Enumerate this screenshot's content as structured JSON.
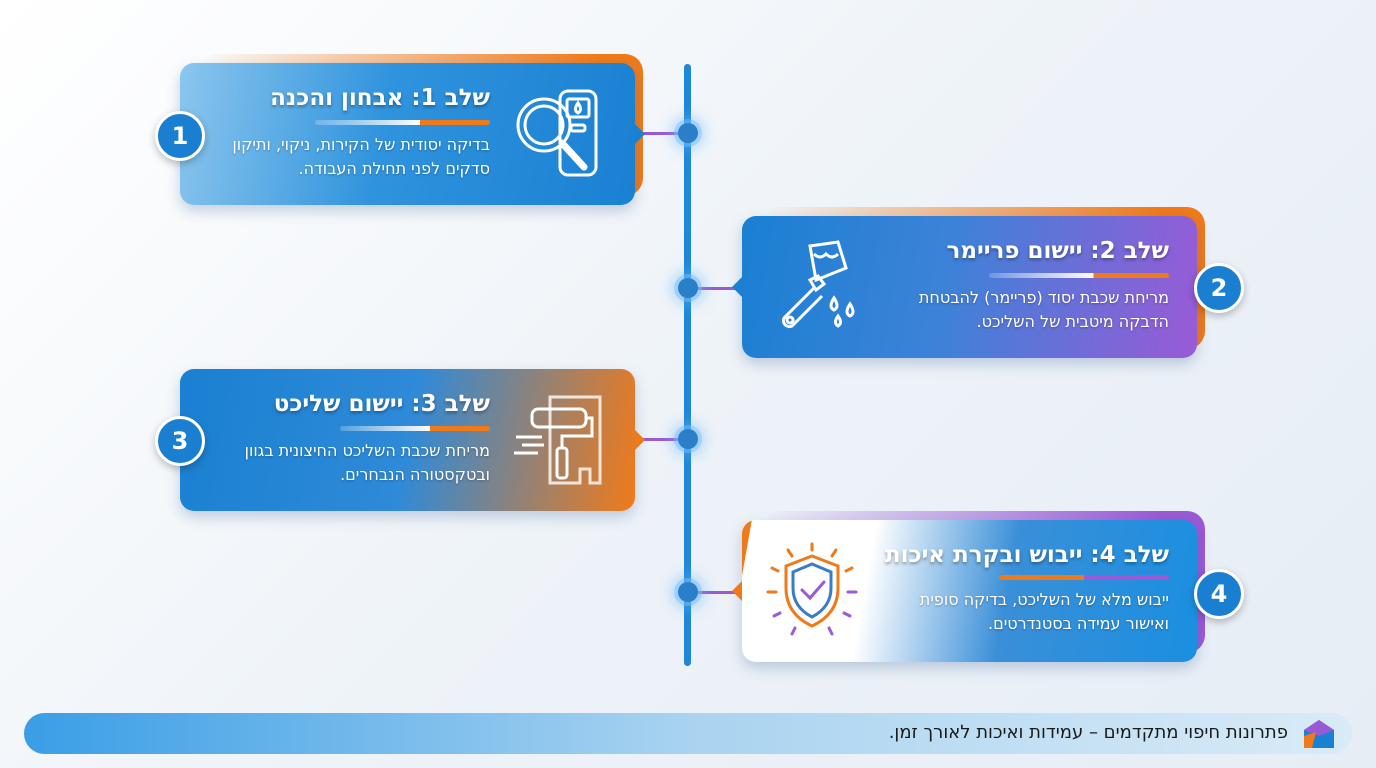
{
  "colors": {
    "blue": "#1e88d8",
    "orange": "#f07a1a",
    "purple": "#9a5ad6"
  },
  "steps": [
    {
      "number": "1",
      "title": "שלב 1: אבחון והכנה",
      "description": "בדיקה יסודית של הקירות, ניקוי, ותיקון סדקים לפני תחילת העבודה.",
      "icon": "magnifier-moisture-meter-icon"
    },
    {
      "number": "2",
      "title": "שלב 2: יישום פריימר",
      "description": "מריחת שכבת יסוד (פריימר) להבטחת הדבקה מיטבית של השליכט.",
      "icon": "paintbrush-drops-icon"
    },
    {
      "number": "3",
      "title": "שלב 3: יישום שליכט",
      "description": "מריחת שכבת השליכט החיצונית בגוון ובטקסטורה הנבחרים.",
      "icon": "paint-roller-icon"
    },
    {
      "number": "4",
      "title": "שלב 4: ייבוש ובקרת איכות",
      "description": "ייבוש מלא של השליכט, בדיקה סופית ואישור עמידה בסטנדרטים.",
      "icon": "shield-check-icon"
    }
  ],
  "footer": {
    "text": "פתרונות חיפוי מתקדמים – עמידות ואיכות לאורך זמן.",
    "logo": "house-logo-icon"
  }
}
